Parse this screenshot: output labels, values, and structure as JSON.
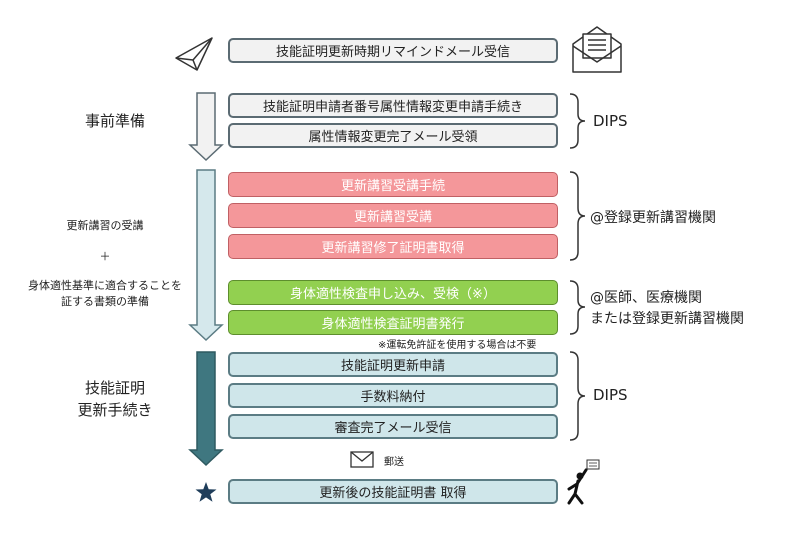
{
  "steps": {
    "reminder": "技能証明更新時期リマインドメール受信",
    "dips_apply": "技能証明申請者番号属性情報変更申請手続き",
    "dips_receive": "属性情報変更完了メール受領",
    "course_apply": "更新講習受講手続",
    "course_take": "更新講習受講",
    "course_cert": "更新講習修了証明書取得",
    "medical_apply": "身体適性検査申し込み、受検（※）",
    "medical_cert": "身体適性検査証明書発行",
    "renew_apply": "技能証明更新申請",
    "fee": "手数料納付",
    "review_mail": "審査完了メール受信",
    "final": "更新後の技能証明書 取得"
  },
  "stages": {
    "pre": "事前準備",
    "course": "更新講習の受講",
    "plus": "＋",
    "medical_line1": "身体適性基準に適合することを",
    "medical_line2": "証する書類の準備",
    "renew_line1": "技能証明",
    "renew_line2": "更新手続き"
  },
  "braces": {
    "dips_top": "DIPS",
    "course_org": "@登録更新講習機関",
    "medical_line1": "@医師、医療機関",
    "medical_line2": "または登録更新講習機関",
    "dips_bottom": "DIPS"
  },
  "notes": {
    "license_note": "※運転免許証を使用する場合は不要",
    "mail": "郵送"
  },
  "colors": {
    "grey_fill": "#f2f2f2",
    "red_fill": "#f4979a",
    "green_fill": "#92d050",
    "teal_fill": "#cfe6ea",
    "arrow_dark": "#3f7780",
    "arrow_light": "#d5e8ec"
  }
}
